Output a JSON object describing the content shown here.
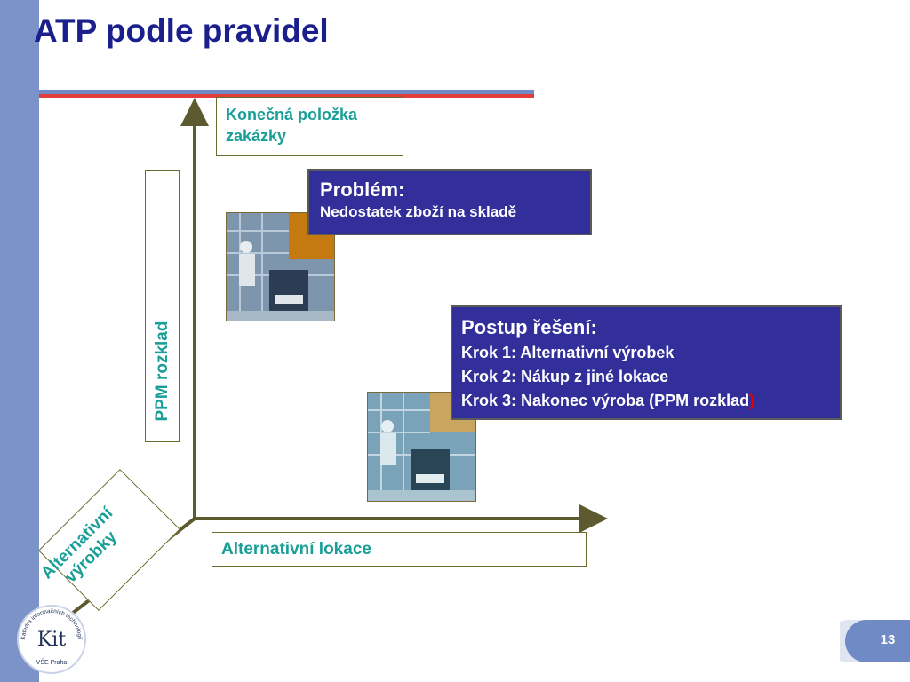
{
  "slide": {
    "title": "ATP podle pravidel",
    "page_number": "13"
  },
  "labels": {
    "top": "Konečná položka zakázky",
    "vertical": "PPM  rozklad",
    "bottom": "Alternativní lokace",
    "diagonal_line1": "Alternativní",
    "diagonal_line2": "výrobky"
  },
  "problem": {
    "title": "Problém:",
    "text": "Nedostatek zboží na skladě"
  },
  "solution": {
    "title": "Postup řešení:",
    "step1": "Krok 1: Alternativní výrobek",
    "step2": "Krok 2: Nákup z jiné lokace",
    "step3": "Krok 3: Nakonec výroba (PPM rozklad",
    "step3_paren": ")"
  },
  "logo": {
    "initials": "Kit",
    "ring_text": "Katedra informačních technologií",
    "bottom_text": "VŠE Praha"
  },
  "colors": {
    "title": "#1a1f8c",
    "teal_text": "#1a9e98",
    "navy_box": "#322f9a",
    "axis": "#5c5a2e",
    "left_bar": "#7b93c9",
    "rule_red": "#e33d3d"
  }
}
